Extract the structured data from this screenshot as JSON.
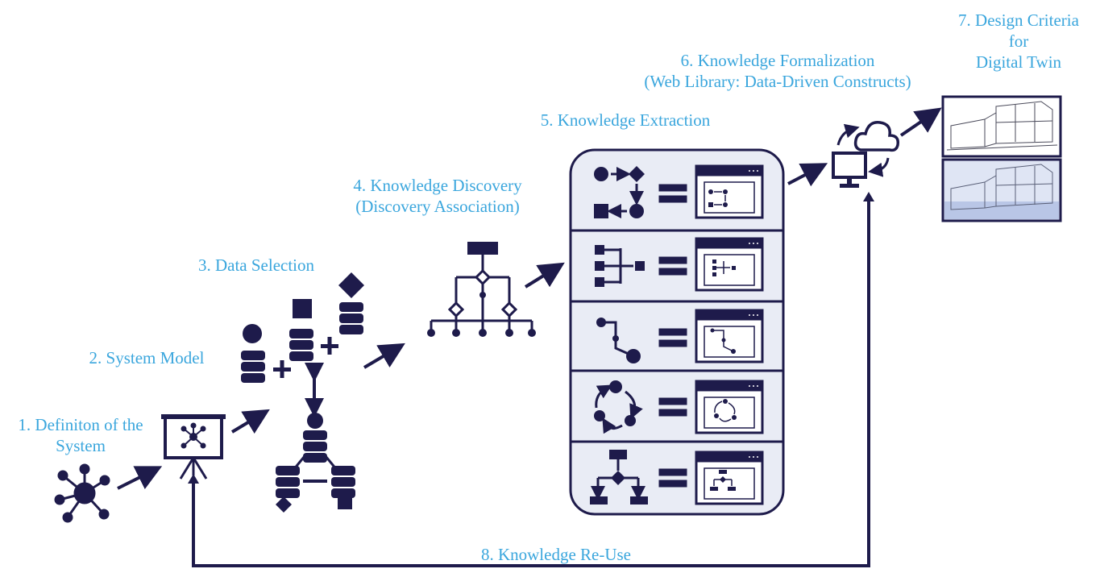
{
  "colors": {
    "navy": "#1e1b4b",
    "label_blue": "#3aa6dd",
    "panel_fill": "#e9ecf5"
  },
  "steps": [
    {
      "id": 1,
      "lines": [
        "1. Definiton of the",
        "System"
      ],
      "icon": "network-icon"
    },
    {
      "id": 2,
      "lines": [
        "2. System Model"
      ],
      "icon": "presentation-board-icon"
    },
    {
      "id": 3,
      "lines": [
        "3. Data Selection"
      ],
      "icon": "database-combination-icon"
    },
    {
      "id": 4,
      "lines": [
        "4. Knowledge Discovery",
        "(Discovery Association)"
      ],
      "icon": "hierarchy-tree-icon"
    },
    {
      "id": 5,
      "lines": [
        "5. Knowledge Extraction"
      ],
      "icon": "construct-panel"
    },
    {
      "id": 6,
      "lines": [
        "6. Knowledge Formalization",
        "(Web Library: Data-Driven Constructs)"
      ],
      "icon": "cloud-computer-icon"
    },
    {
      "id": 7,
      "lines": [
        "7. Design Criteria",
        "for",
        "Digital Twin"
      ],
      "icon": "building-model-image"
    },
    {
      "id": 8,
      "lines": [
        "8. Knowledge Re-Use"
      ],
      "icon": "feedback-loop-arrow"
    }
  ],
  "constructs": [
    "sequence-construct",
    "fork-construct",
    "connector-construct",
    "cycle-construct",
    "decision-construct"
  ]
}
